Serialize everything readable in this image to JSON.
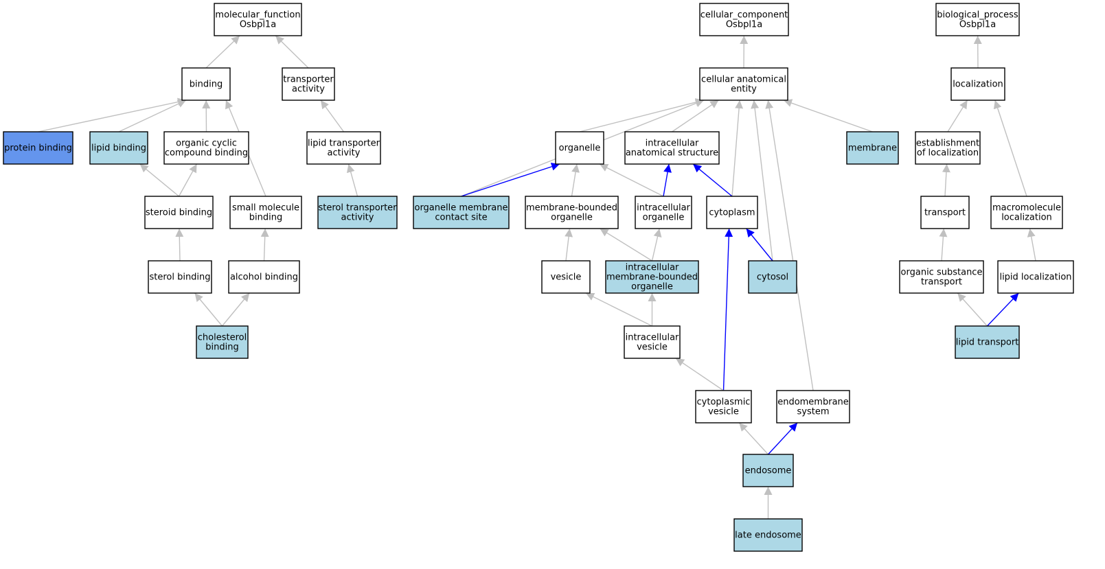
{
  "colors": {
    "plain": "#ffffff",
    "annotated": "#add8e6",
    "highlight": "#6495ed",
    "edge_gray": "#c0c0c0",
    "edge_blue": "#0000ff"
  },
  "nodes": [
    {
      "id": "mf",
      "lines": [
        "molecular_function",
        "Osbpl1a"
      ],
      "kind": "plain"
    },
    {
      "id": "binding",
      "lines": [
        "binding"
      ],
      "kind": "plain"
    },
    {
      "id": "transporter_activity",
      "lines": [
        "transporter",
        "activity"
      ],
      "kind": "plain"
    },
    {
      "id": "protein_binding",
      "lines": [
        "protein binding"
      ],
      "kind": "highlight"
    },
    {
      "id": "lipid_binding",
      "lines": [
        "lipid binding"
      ],
      "kind": "annotated"
    },
    {
      "id": "organic_cyclic",
      "lines": [
        "organic cyclic",
        "compound binding"
      ],
      "kind": "plain"
    },
    {
      "id": "lipid_transporter_activity",
      "lines": [
        "lipid transporter",
        "activity"
      ],
      "kind": "plain"
    },
    {
      "id": "steroid_binding",
      "lines": [
        "steroid binding"
      ],
      "kind": "plain"
    },
    {
      "id": "small_molecule_binding",
      "lines": [
        "small molecule",
        "binding"
      ],
      "kind": "plain"
    },
    {
      "id": "sterol_transporter_activity",
      "lines": [
        "sterol transporter",
        "activity"
      ],
      "kind": "annotated"
    },
    {
      "id": "sterol_binding",
      "lines": [
        "sterol binding"
      ],
      "kind": "plain"
    },
    {
      "id": "alcohol_binding",
      "lines": [
        "alcohol binding"
      ],
      "kind": "plain"
    },
    {
      "id": "cholesterol_binding",
      "lines": [
        "cholesterol",
        "binding"
      ],
      "kind": "annotated"
    },
    {
      "id": "cc",
      "lines": [
        "cellular_component",
        "Osbpl1a"
      ],
      "kind": "plain"
    },
    {
      "id": "cae",
      "lines": [
        "cellular anatomical",
        "entity"
      ],
      "kind": "plain"
    },
    {
      "id": "organelle",
      "lines": [
        "organelle"
      ],
      "kind": "plain"
    },
    {
      "id": "ias",
      "lines": [
        "intracellular",
        "anatomical structure"
      ],
      "kind": "plain"
    },
    {
      "id": "membrane",
      "lines": [
        "membrane"
      ],
      "kind": "annotated"
    },
    {
      "id": "omcs",
      "lines": [
        "organelle membrane",
        "contact site"
      ],
      "kind": "annotated"
    },
    {
      "id": "mbo",
      "lines": [
        "membrane-bounded",
        "organelle"
      ],
      "kind": "plain"
    },
    {
      "id": "io",
      "lines": [
        "intracellular",
        "organelle"
      ],
      "kind": "plain"
    },
    {
      "id": "cytoplasm",
      "lines": [
        "cytoplasm"
      ],
      "kind": "plain"
    },
    {
      "id": "vesicle",
      "lines": [
        "vesicle"
      ],
      "kind": "plain"
    },
    {
      "id": "imbo",
      "lines": [
        "intracellular",
        "membrane-bounded",
        "organelle"
      ],
      "kind": "annotated"
    },
    {
      "id": "cytosol",
      "lines": [
        "cytosol"
      ],
      "kind": "annotated"
    },
    {
      "id": "iv",
      "lines": [
        "intracellular",
        "vesicle"
      ],
      "kind": "plain"
    },
    {
      "id": "cv",
      "lines": [
        "cytoplasmic",
        "vesicle"
      ],
      "kind": "plain"
    },
    {
      "id": "es",
      "lines": [
        "endomembrane",
        "system"
      ],
      "kind": "plain"
    },
    {
      "id": "endosome",
      "lines": [
        "endosome"
      ],
      "kind": "annotated"
    },
    {
      "id": "late_endosome",
      "lines": [
        "late endosome"
      ],
      "kind": "annotated"
    },
    {
      "id": "bp",
      "lines": [
        "biological_process",
        "Osbpl1a"
      ],
      "kind": "plain"
    },
    {
      "id": "localization",
      "lines": [
        "localization"
      ],
      "kind": "plain"
    },
    {
      "id": "eol",
      "lines": [
        "establishment",
        "of localization"
      ],
      "kind": "plain"
    },
    {
      "id": "transport",
      "lines": [
        "transport"
      ],
      "kind": "plain"
    },
    {
      "id": "macro_loc",
      "lines": [
        "macromolecule",
        "localization"
      ],
      "kind": "plain"
    },
    {
      "id": "ost",
      "lines": [
        "organic substance",
        "transport"
      ],
      "kind": "plain"
    },
    {
      "id": "lipid_loc",
      "lines": [
        "lipid localization"
      ],
      "kind": "plain"
    },
    {
      "id": "lipid_transport",
      "lines": [
        "lipid transport"
      ],
      "kind": "annotated"
    }
  ],
  "edges": [
    {
      "from": "binding",
      "to": "mf",
      "kind": "gray"
    },
    {
      "from": "transporter_activity",
      "to": "mf",
      "kind": "gray"
    },
    {
      "from": "protein_binding",
      "to": "binding",
      "kind": "gray"
    },
    {
      "from": "lipid_binding",
      "to": "binding",
      "kind": "gray"
    },
    {
      "from": "organic_cyclic",
      "to": "binding",
      "kind": "gray"
    },
    {
      "from": "small_molecule_binding",
      "to": "binding",
      "kind": "gray"
    },
    {
      "from": "lipid_transporter_activity",
      "to": "transporter_activity",
      "kind": "gray"
    },
    {
      "from": "steroid_binding",
      "to": "lipid_binding",
      "kind": "gray"
    },
    {
      "from": "steroid_binding",
      "to": "organic_cyclic",
      "kind": "gray"
    },
    {
      "from": "sterol_transporter_activity",
      "to": "lipid_transporter_activity",
      "kind": "gray"
    },
    {
      "from": "sterol_binding",
      "to": "steroid_binding",
      "kind": "gray"
    },
    {
      "from": "alcohol_binding",
      "to": "small_molecule_binding",
      "kind": "gray"
    },
    {
      "from": "cholesterol_binding",
      "to": "sterol_binding",
      "kind": "gray"
    },
    {
      "from": "cholesterol_binding",
      "to": "alcohol_binding",
      "kind": "gray"
    },
    {
      "from": "cae",
      "to": "cc",
      "kind": "gray"
    },
    {
      "from": "omcs",
      "to": "cae",
      "kind": "gray"
    },
    {
      "from": "organelle",
      "to": "cae",
      "kind": "gray"
    },
    {
      "from": "ias",
      "to": "cae",
      "kind": "gray"
    },
    {
      "from": "cytoplasm",
      "to": "cae",
      "kind": "gray"
    },
    {
      "from": "cytosol",
      "to": "cae",
      "kind": "gray"
    },
    {
      "from": "es",
      "to": "cae",
      "kind": "gray"
    },
    {
      "from": "membrane",
      "to": "cae",
      "kind": "gray"
    },
    {
      "from": "omcs",
      "to": "organelle",
      "kind": "blue"
    },
    {
      "from": "mbo",
      "to": "organelle",
      "kind": "gray"
    },
    {
      "from": "io",
      "to": "organelle",
      "kind": "gray"
    },
    {
      "from": "io",
      "to": "ias",
      "kind": "blue"
    },
    {
      "from": "cytoplasm",
      "to": "ias",
      "kind": "blue"
    },
    {
      "from": "vesicle",
      "to": "mbo",
      "kind": "gray"
    },
    {
      "from": "imbo",
      "to": "mbo",
      "kind": "gray"
    },
    {
      "from": "imbo",
      "to": "io",
      "kind": "gray"
    },
    {
      "from": "cytosol",
      "to": "cytoplasm",
      "kind": "blue"
    },
    {
      "from": "cv",
      "to": "cytoplasm",
      "kind": "blue"
    },
    {
      "from": "iv",
      "to": "vesicle",
      "kind": "gray"
    },
    {
      "from": "iv",
      "to": "imbo",
      "kind": "gray"
    },
    {
      "from": "cv",
      "to": "iv",
      "kind": "gray"
    },
    {
      "from": "endosome",
      "to": "cv",
      "kind": "gray"
    },
    {
      "from": "endosome",
      "to": "es",
      "kind": "blue"
    },
    {
      "from": "late_endosome",
      "to": "endosome",
      "kind": "gray"
    },
    {
      "from": "localization",
      "to": "bp",
      "kind": "gray"
    },
    {
      "from": "eol",
      "to": "localization",
      "kind": "gray"
    },
    {
      "from": "macro_loc",
      "to": "localization",
      "kind": "gray"
    },
    {
      "from": "transport",
      "to": "eol",
      "kind": "gray"
    },
    {
      "from": "ost",
      "to": "transport",
      "kind": "gray"
    },
    {
      "from": "lipid_loc",
      "to": "macro_loc",
      "kind": "gray"
    },
    {
      "from": "lipid_transport",
      "to": "ost",
      "kind": "gray"
    },
    {
      "from": "lipid_transport",
      "to": "lipid_loc",
      "kind": "blue"
    }
  ]
}
